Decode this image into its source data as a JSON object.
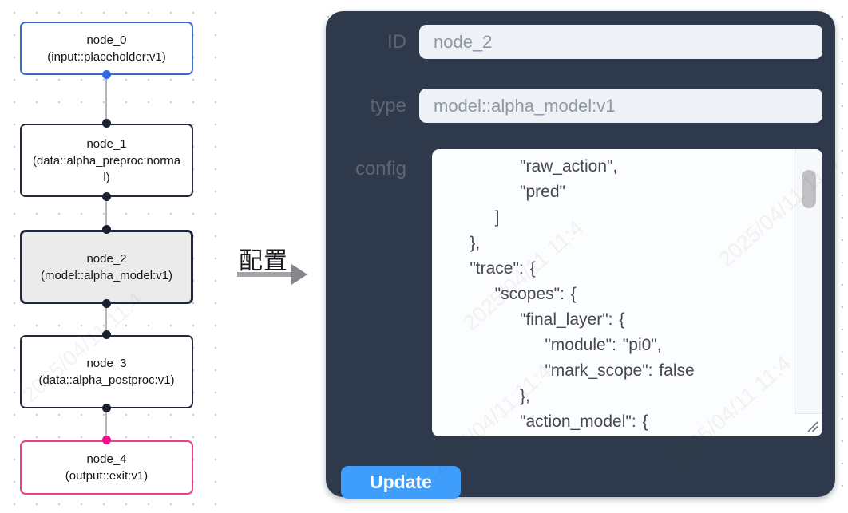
{
  "flow": {
    "nodes": [
      {
        "name": "node_0",
        "type_label": "(input::placeholder:v1)",
        "role": "input",
        "selected": false
      },
      {
        "name": "node_1",
        "type_label": "(data::alpha_preproc:normal)",
        "role": "processor",
        "selected": false
      },
      {
        "name": "node_2",
        "type_label": "(model::alpha_model:v1)",
        "role": "model",
        "selected": true
      },
      {
        "name": "node_3",
        "type_label": "(data::alpha_postproc:v1)",
        "role": "processor",
        "selected": false
      },
      {
        "name": "node_4",
        "type_label": "(output::exit:v1)",
        "role": "output",
        "selected": false
      }
    ],
    "colors": {
      "input_border": "#3a6bc6",
      "default_border": "#242a38",
      "selected_fill": "#ebebeb",
      "output_border": "#ee3f8b",
      "input_port": "#2f6be0",
      "default_port": "#1b2030",
      "output_port": "#f1108c",
      "edge": "#b3b5b8"
    }
  },
  "transition": {
    "label": "配置",
    "arrow_icon": "right-arrow"
  },
  "panel": {
    "background": "#2e3a4c",
    "fields": [
      {
        "label": "ID",
        "value": "node_2"
      },
      {
        "label": "type",
        "value": "model::alpha_model:v1"
      }
    ],
    "config_label": "config",
    "config_text": "            \"raw_action\",\n            \"pred\"\n        ]\n    },\n    \"trace\": {\n        \"scopes\": {\n            \"final_layer\": {\n                \"module\": \"pi0\",\n                \"mark_scope\": false\n            },\n            \"action_model\": {",
    "update_label": "Update",
    "accent_color": "#3f9dfb"
  },
  "watermark_text": "2025/04/11 11:4"
}
